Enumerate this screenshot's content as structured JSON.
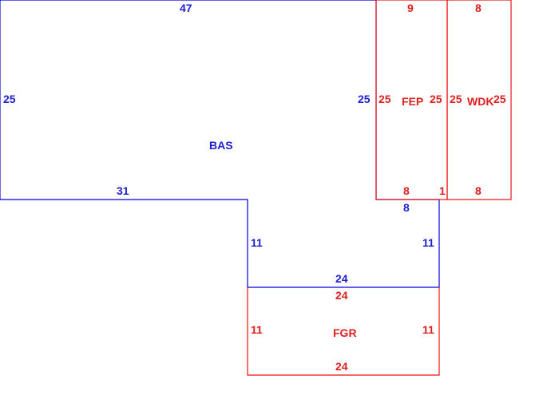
{
  "areas": {
    "bas": {
      "label": "BAS",
      "color": "#0000cc"
    },
    "fep": {
      "label": "FEP",
      "color": "#dd0000"
    },
    "wdk": {
      "label": "WDK",
      "color": "#dd0000"
    },
    "fgr": {
      "label": "FGR",
      "color": "#dd0000"
    }
  },
  "dims": {
    "bas_top": "47",
    "bas_left": "25",
    "bas_right": "25",
    "bas_bottom_left": "31",
    "bas_step_left": "11",
    "bas_step_right": "11",
    "bas_bottom": "24",
    "bas_notch": "8",
    "fep_top": "9",
    "fep_left": "25",
    "fep_right": "25",
    "fep_bottom": "8",
    "fep_bottom_right": "1",
    "wdk_top": "8",
    "wdk_left": "25",
    "wdk_right": "25",
    "wdk_bottom": "8",
    "fgr_top": "24",
    "fgr_left": "11",
    "fgr_right": "11",
    "fgr_bottom": "24"
  }
}
